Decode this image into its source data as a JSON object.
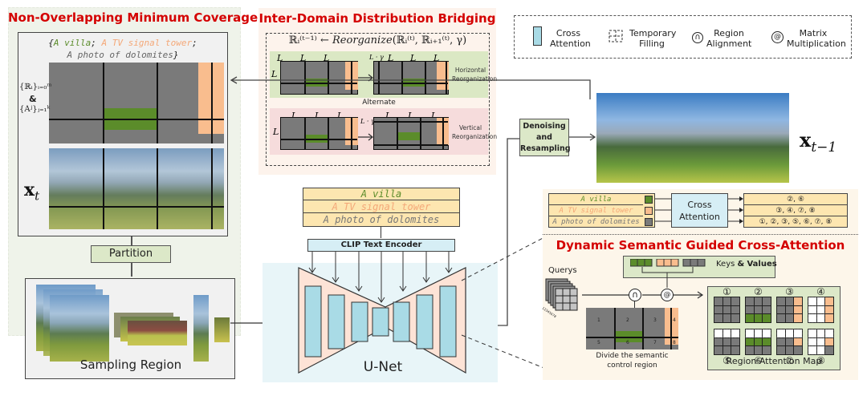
{
  "panels": {
    "non_overlap": {
      "title": "Non-Overlapping Minimum Coverage",
      "prompt_set_open": "{",
      "prompt_villa": "A villa",
      "prompt_sep1": "; ",
      "prompt_tower": "A TV signal tower",
      "prompt_sep2": ";",
      "prompt_dolomites": "A photo of dolomites",
      "prompt_set_close": "}",
      "region_label_r": "{ℝᵢ}ᵢ₌₀ᵐ",
      "region_label_and": "&",
      "region_label_a": "{Aʲ}ⱼ₌₁ᵏ",
      "xt_label": "x",
      "xt_sub": "t",
      "partition_label": "Partition",
      "sampling_label": "Sampling Region"
    },
    "inter_domain": {
      "title": "Inter-Domain Distribution Bridging",
      "formula_lhs": "ℝᵢ⁽ᵗ⁻¹⁾ ← ",
      "formula_fn": "Reorganize",
      "formula_args": "(ℝᵢ⁽ᵗ⁾, ℝᵢ₊₁⁽ᵗ⁾, γ)",
      "L": "L",
      "L_gamma": "L · γ",
      "horizontal_label": "Horizontal Reorganization",
      "alternate_label": "Alternate",
      "vertical_label": "Vertical Reorganization"
    },
    "legend": {
      "items": [
        {
          "icon": "cross-attention-block",
          "label": "Cross Attention"
        },
        {
          "icon": "temporary-filling-grid",
          "label": "Temporary Filling"
        },
        {
          "icon": "region-alignment-cap",
          "label": "Region Alignment"
        },
        {
          "icon": "matrix-multiplication-at",
          "label": "Matrix Multiplication"
        }
      ]
    },
    "denoise": {
      "label_line1": "Denoising",
      "label_line2": "and",
      "label_line3": "Resampling",
      "xt1_label": "x",
      "xt1_sub": "t−1"
    },
    "unet": {
      "prompts": [
        "A villa",
        "A TV signal tower",
        "A photo of dolomites"
      ],
      "clip_label": "CLIP Text Encoder",
      "unet_label": "U-Net"
    },
    "dynamic": {
      "title": "Dynamic Semantic Guided Cross-Attention",
      "prompts": [
        "A villa",
        "A TV signal tower",
        "A photo of dolomites"
      ],
      "cross_attention_label": "Cross Attention",
      "outputs": [
        "②, ⑥",
        "③, ④, ⑦, ⑧",
        "①, ②, ③, ⑤, ⑥, ⑦, ⑧"
      ],
      "keys_label": "Keys",
      "amp": "&",
      "values_label": "Values",
      "querys_label": "Querys",
      "query_stack_digits": "12345678",
      "divide_label_line1": "Divide the semantic",
      "divide_label_line2": "control region",
      "region_numbers": [
        "1",
        "2",
        "3",
        "4",
        "5",
        "6",
        "7",
        "8"
      ],
      "map_numbers": [
        "①",
        "②",
        "③",
        "④",
        "⑤",
        "⑥",
        "⑦",
        "⑧"
      ],
      "map_label": "Region Attention Map",
      "op_cap": "∩",
      "op_at": "@"
    }
  },
  "colors": {
    "title_red": "#d40000",
    "villa_green": "#5b8c2a",
    "tower_orange": "#f9bd8e",
    "dolomites_gray": "#7a7a7a",
    "cross_attention_blue": "#a9dbe6",
    "prompt_bg": "#fde6b0"
  }
}
